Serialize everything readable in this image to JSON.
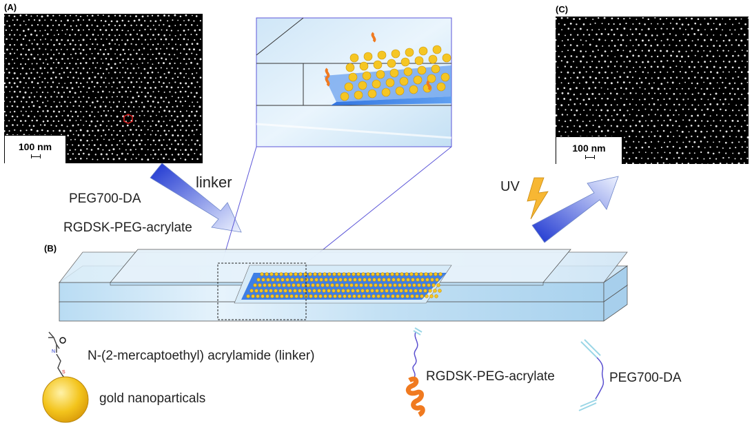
{
  "panels": {
    "a_label": "(A)",
    "b_label": "(B)",
    "c_label": "(C)"
  },
  "scale_bars": {
    "a": "100 nm",
    "c": "100 nm"
  },
  "process_labels": {
    "linker": "linker",
    "peg700_da": "PEG700-DA",
    "rgdsk_peg_acrylate": "RGDSK-PEG-acrylate",
    "uv": "UV"
  },
  "legend": {
    "linker_molecule": "N-(2-mercaptoethyl) acrylamide (linker)",
    "gold": "gold nanoparticals",
    "rgdsk": "RGDSK-PEG-acrylate",
    "peg": "PEG700-DA"
  },
  "colors": {
    "arrow_blue": "#1f3fd6",
    "gold": "#f2c21a",
    "glass": "#cfe6f5",
    "bolt": "#f7b733"
  }
}
